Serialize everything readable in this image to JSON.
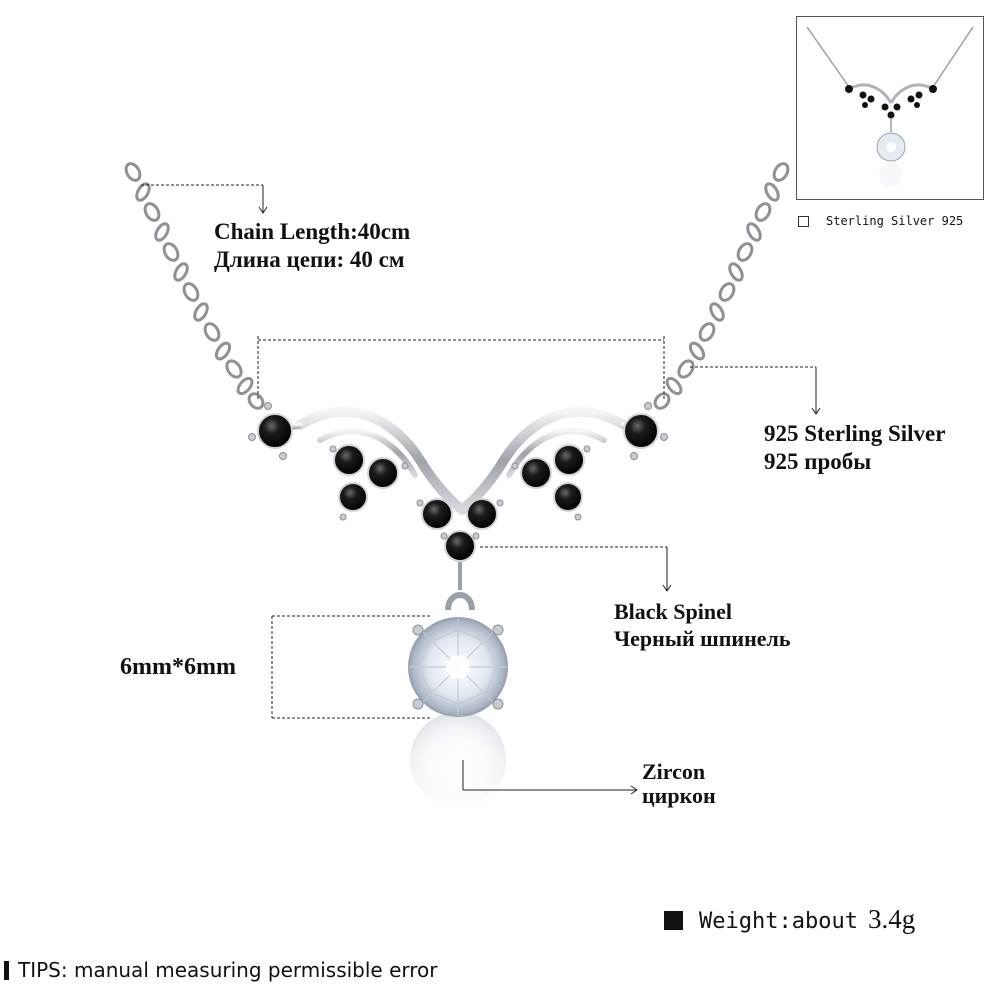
{
  "labels": {
    "chain_length_en": "Chain Length:40cm",
    "chain_length_ru": "Длина цепи: 40 см",
    "silver_en": "925 Sterling Silver",
    "silver_ru": "925 пробы",
    "spinel_en": "Black Spinel",
    "spinel_ru": "Черный шпинель",
    "size": "6mm*6mm",
    "zircon_en": "Zircon",
    "zircon_ru": "циркон"
  },
  "inset": {
    "caption": "Sterling Silver 925"
  },
  "weight": {
    "label": "Weight:about",
    "value": "3.4g"
  },
  "tips": {
    "text": "TIPS: manual measuring permissible error"
  },
  "colors": {
    "silver": "#c9ccd1",
    "spinel": "#111111",
    "zircon": "#eef2f7",
    "guide_line": "#222222"
  },
  "icons": {
    "inset_checkbox": "checkbox-icon",
    "weight_marker": "square-bullet-icon",
    "tips_marker": "bar-bullet-icon"
  }
}
